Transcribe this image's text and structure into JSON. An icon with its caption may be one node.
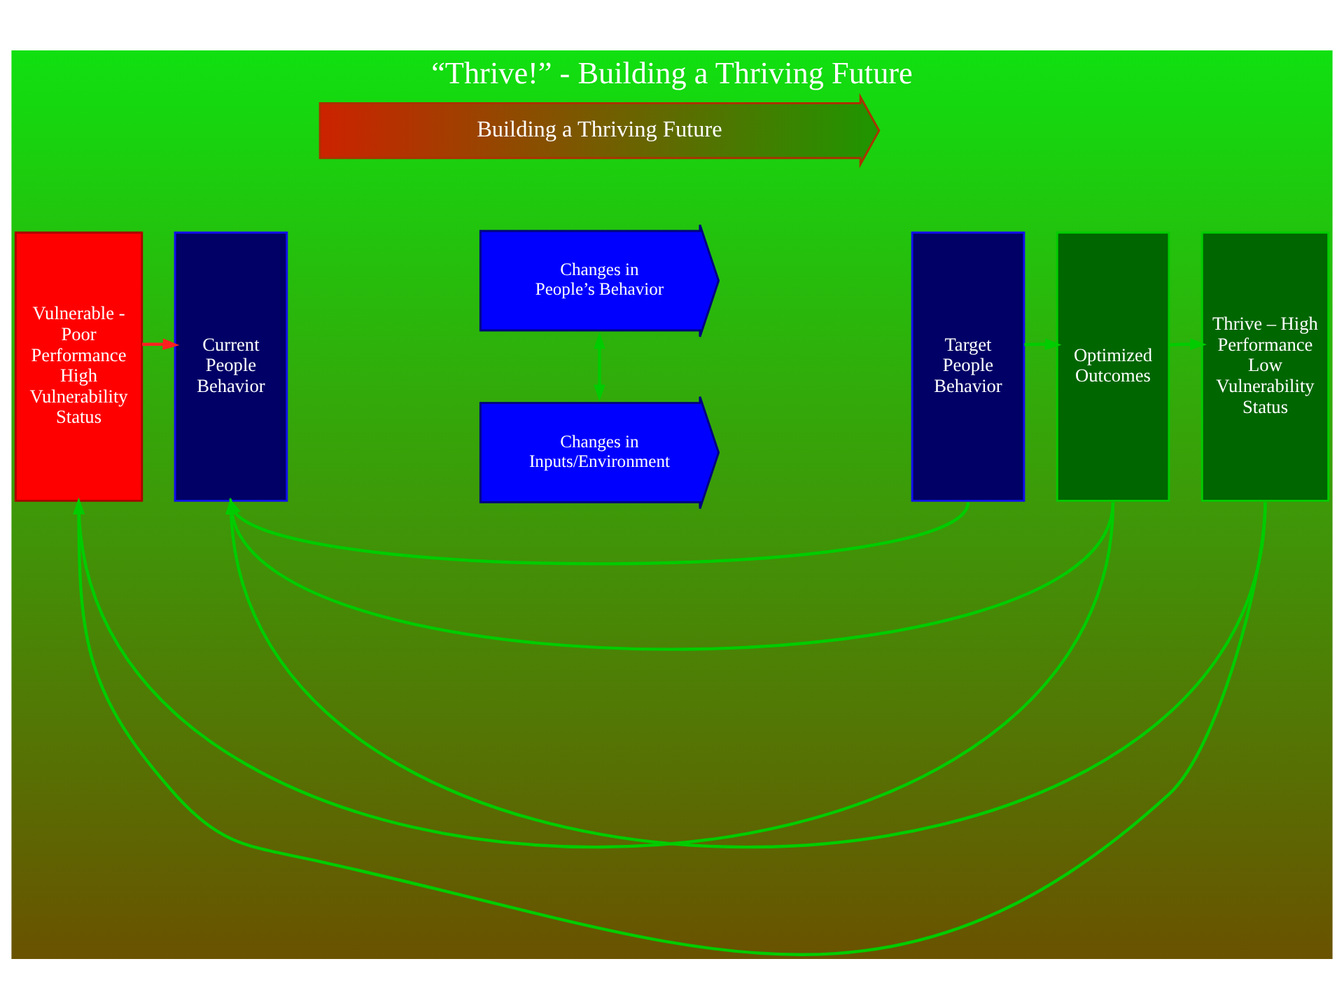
{
  "diagram": {
    "title": "“Thrive!” - Building a Thriving Future",
    "nodes": [
      {
        "text": [
          "Building a Thriving Future"
        ]
      },
      {
        "text": [
          "Vulnerable - Poor Performance High Vulnerability Status"
        ]
      },
      {
        "text": [
          "Current People Behavior"
        ]
      },
      {
        "text": [
          "Changes in People’s Behavior"
        ]
      },
      {
        "text": [
          "Changes in Inputs/Environment"
        ]
      },
      {
        "text": [
          "Target People Behavior"
        ]
      },
      {
        "text": [
          "Optimized Outcomes"
        ]
      },
      {
        "text": [
          "Thrive – High Performance Low Vulnerability Status"
        ]
      }
    ],
    "edges": [
      {
        "from": 1,
        "to": 2,
        "arrow": "to",
        "color": "#ff2020"
      },
      {
        "from": 3,
        "to": 4,
        "arrow": "both"
      },
      {
        "from": 5,
        "to": 6,
        "arrow": "to"
      },
      {
        "from": 6,
        "to": 7,
        "arrow": "to"
      },
      {
        "from": 5,
        "to": 2,
        "arrow": "to"
      },
      {
        "from": 6,
        "to": 2,
        "arrow": "to"
      },
      {
        "from": 6,
        "to": 1,
        "arrow": "to"
      },
      {
        "from": 7,
        "to": 2,
        "arrow": "to"
      },
      {
        "from": 7,
        "to": 1,
        "arrow": "to"
      }
    ]
  }
}
